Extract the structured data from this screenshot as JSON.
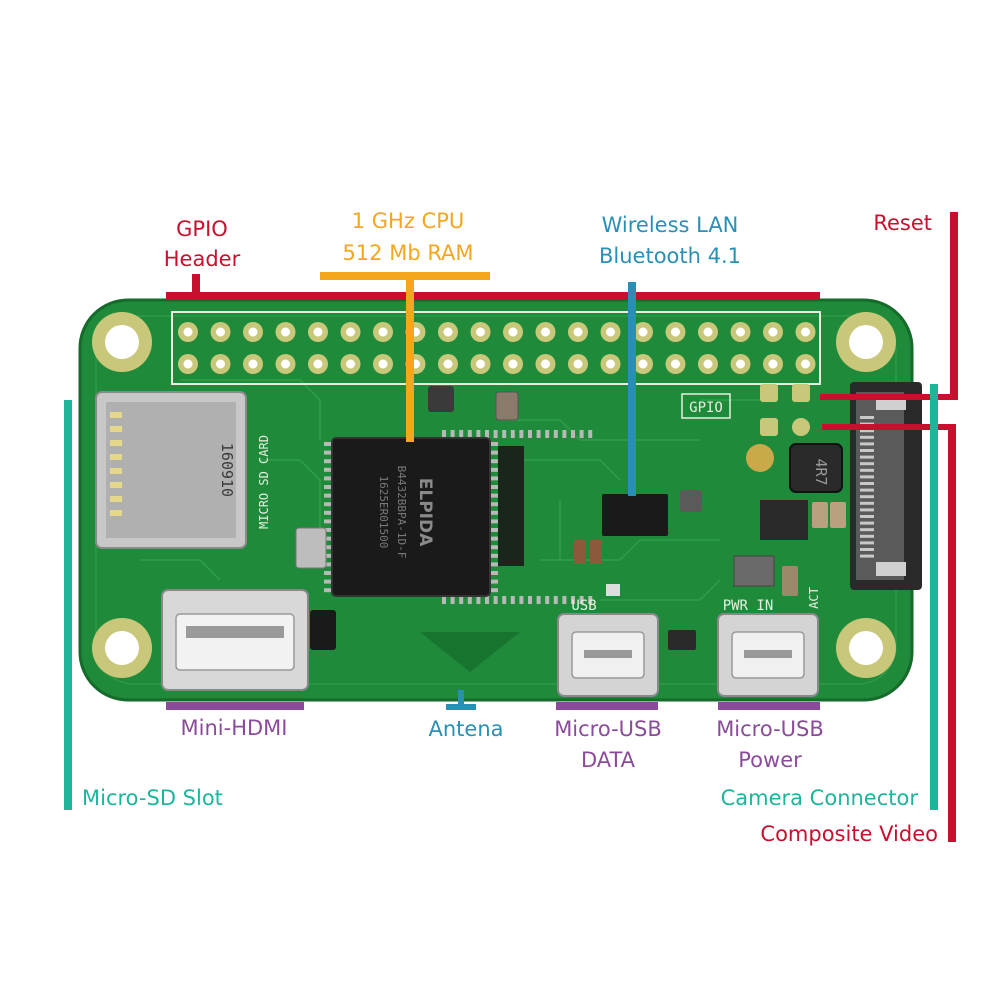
{
  "colors": {
    "red": "#c8102e",
    "orange": "#f4a61d",
    "blue": "#2a8fb5",
    "teal": "#1fb59a",
    "purple": "#8b4b9b",
    "pcb": "#1f8a3a",
    "pcb_dark": "#146b2a",
    "pad": "#c9c87a"
  },
  "labels": {
    "gpio_line1": "GPIO",
    "gpio_line2": "Header",
    "cpu_line1": "1 GHz CPU",
    "cpu_line2": "512 Mb RAM",
    "wlan_line1": "Wireless LAN",
    "wlan_line2": "Bluetooth 4.1",
    "reset": "Reset",
    "mini_hdmi": "Mini-HDMI",
    "antena": "Antena",
    "usb_data_line1": "Micro-USB",
    "usb_data_line2": "DATA",
    "usb_power_line1": "Micro-USB",
    "usb_power_line2": "Power",
    "micro_sd": "Micro-SD Slot",
    "camera": "Camera Connector",
    "composite": "Composite Video"
  },
  "board_print": {
    "gpio_silk": "GPIO",
    "usb_silk": "USB",
    "pwr_silk": "PWR IN",
    "act_silk": "ACT",
    "sd_silk": "MICRO SD CARD",
    "chip_brand": "ELPIDA",
    "chip_part": "B4432BBPA-1D-F",
    "chip_lot": "1625ER01500",
    "sd_code": "160910",
    "inductor": "4R7"
  }
}
